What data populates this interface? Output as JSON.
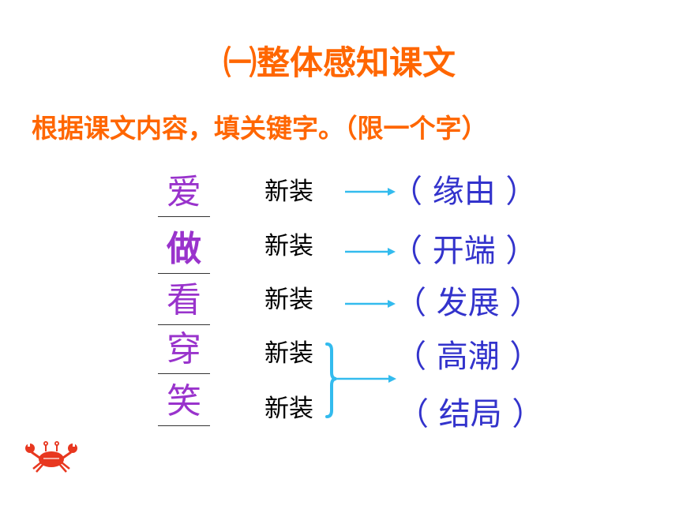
{
  "colors": {
    "heading": "#ff6600",
    "answer": "#9933cc",
    "part": "#3333cc",
    "arrow": "#33bbee",
    "crab": "#e8371f"
  },
  "title": "㈠整体感知课文",
  "instruction": "根据课文内容，填关键字。（限一个字）",
  "rows": [
    {
      "answer": "爱",
      "label": "新装"
    },
    {
      "answer": "做",
      "label": "新装"
    },
    {
      "answer": "看",
      "label": "新装"
    },
    {
      "answer": "穿",
      "label": "新装"
    },
    {
      "answer": "笑",
      "label": "新装"
    }
  ],
  "parts": [
    "（ 缘由 ）",
    "（ 开端 ）",
    "（ 发展 ）",
    "（ 高潮 ）",
    "（ 结局 ）"
  ],
  "icons": {
    "crab": "crab-icon"
  }
}
